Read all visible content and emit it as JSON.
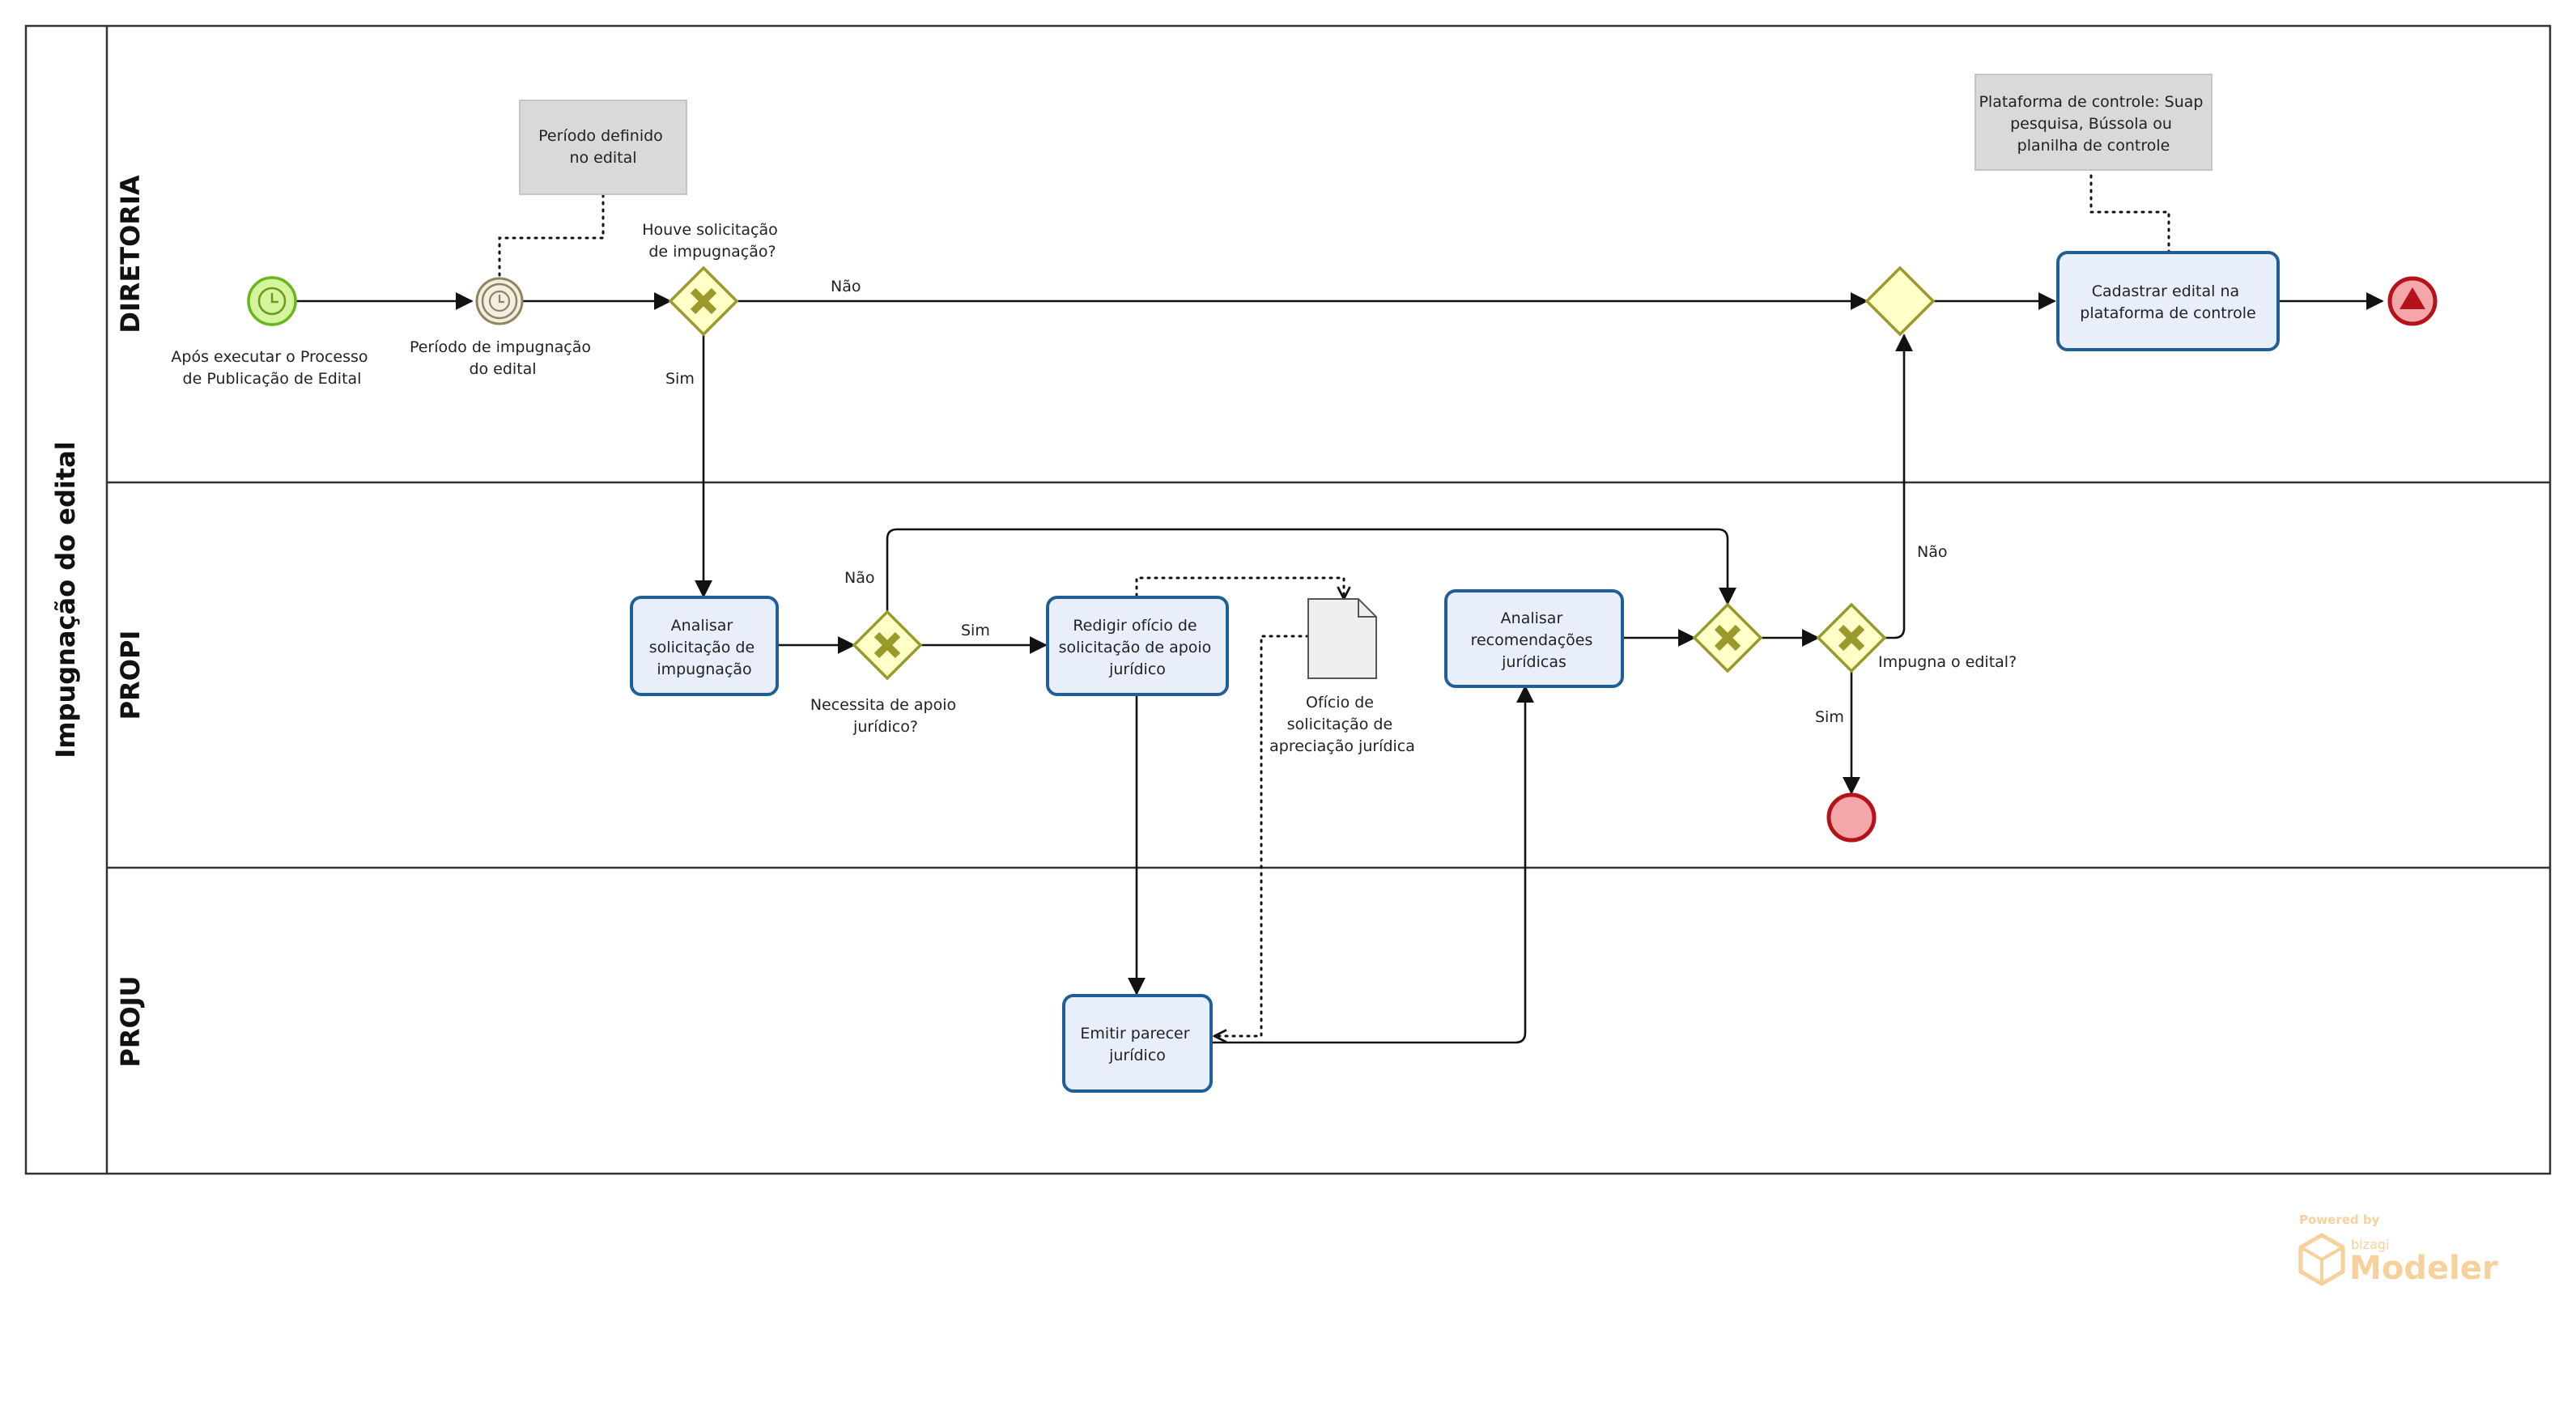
{
  "pool": {
    "title": "Impugnação do edital"
  },
  "lanes": {
    "diretoria": "DIRETORIA",
    "propi": "PROPI",
    "proju": "PROJU"
  },
  "events": {
    "start": {
      "line1": "Após executar o Processo",
      "line2": "de Publicação de Edital",
      "icon": "clock-icon"
    },
    "timer": {
      "line1": "Período de impugnação",
      "line2": "do edital",
      "icon": "clock-icon"
    },
    "end_propi": {
      "icon": "end-circle-icon"
    },
    "end_diretoria": {
      "icon": "triangle-icon"
    }
  },
  "annotations": {
    "periodo": {
      "line1": "Período definido",
      "line2": "no edital"
    },
    "plataforma": {
      "line1": "Plataforma de controle: Suap",
      "line2": "pesquisa, Bússola ou",
      "line3": "planilha de controle"
    }
  },
  "gateways": {
    "houve": {
      "line1": "Houve solicitação",
      "line2": "de impugnação?"
    },
    "necessita": {
      "line1": "Necessita de apoio",
      "line2": "jurídico?"
    },
    "impugna": {
      "line1": "Impugna o edital?"
    }
  },
  "tasks": {
    "analisar_solicitacao": {
      "line1": "Analisar",
      "line2": "solicitação de",
      "line3": "impugnação"
    },
    "redigir_oficio": {
      "line1": "Redigir ofício de",
      "line2": "solicitação de apoio",
      "line3": "jurídico"
    },
    "analisar_recomendacoes": {
      "line1": "Analisar",
      "line2": "recomendações",
      "line3": "jurídicas"
    },
    "emitir_parecer": {
      "line1": "Emitir parecer",
      "line2": "jurídico"
    },
    "cadastrar_edital": {
      "line1": "Cadastrar edital na",
      "line2": "plataforma de controle"
    }
  },
  "data_object": {
    "line1": "Ofício de",
    "line2": "solicitação de",
    "line3": "apreciação jurídica"
  },
  "flow_labels": {
    "nao_houve": "Não",
    "sim_houve": "Sim",
    "nao_necessita": "Não",
    "sim_necessita": "Sim",
    "nao_impugna": "Não",
    "sim_impugna": "Sim"
  },
  "watermark": {
    "powered": "Powered by",
    "brand": "bizagi",
    "product": "Modeler"
  },
  "colors": {
    "task_fill": "#e9eefb",
    "task_stroke": "#1f5f96",
    "gateway_fill": "#ffffc8",
    "gateway_stroke": "#9a9a2a",
    "start_fill": "#d4f59c",
    "end_fill": "#f4a6ab",
    "end_stroke": "#b5121b",
    "note_fill": "#d9d9d9",
    "watermark": "#f5c98a"
  }
}
